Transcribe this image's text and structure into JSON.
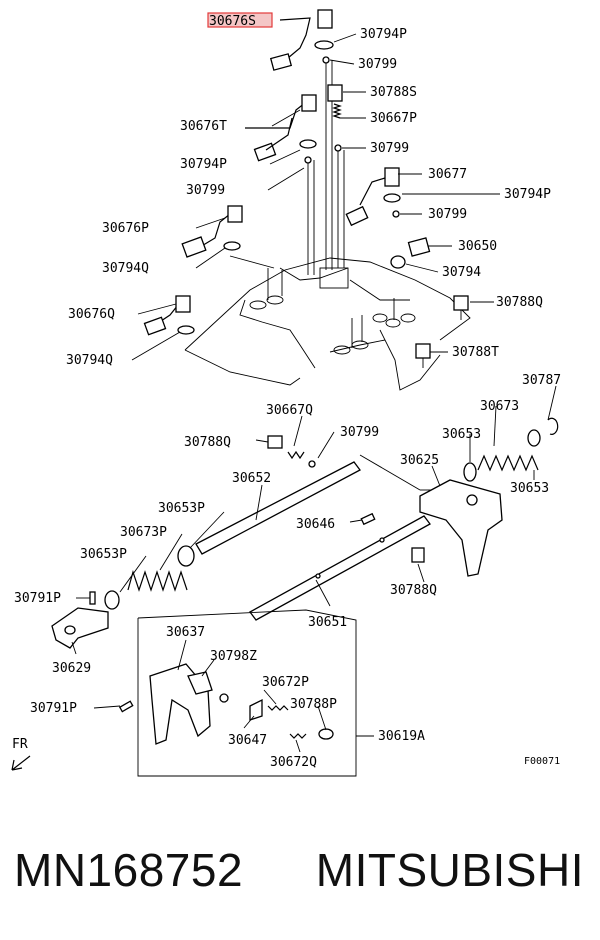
{
  "labels": {
    "p30676s": "30676S",
    "p30794p_a": "30794P",
    "p30799_a": "30799",
    "p30788s": "30788S",
    "p30667p": "30667P",
    "p30676t": "30676T",
    "p30799_b": "30799",
    "p30794p_b": "30794P",
    "p30677": "30677",
    "p30799_c": "30799",
    "p30794p_c": "30794P",
    "p30676p": "30676P",
    "p30799_d": "30799",
    "p30650": "30650",
    "p30794q_a": "30794Q",
    "p30794": "30794",
    "p30676q": "30676Q",
    "p30788q_a": "30788Q",
    "p30794q_b": "30794Q",
    "p30788t": "30788T",
    "p30787": "30787",
    "p30667q": "30667Q",
    "p30673_a": "30673",
    "p30788q_b": "30788Q",
    "p30799_e": "30799",
    "p30653_a": "30653",
    "p30625": "30625",
    "p30652": "30652",
    "p30653_b": "30653",
    "p30653p_a": "30653P",
    "p30646": "30646",
    "p30673p": "30673P",
    "p30653p_b": "30653P",
    "p30788q_c": "30788Q",
    "p30791p_a": "30791P",
    "p30651": "30651",
    "p30629": "30629",
    "p30637": "30637",
    "p30798z": "30798Z",
    "p30672p": "30672P",
    "p30791p_b": "30791P",
    "p30788p": "30788P",
    "p30647": "30647",
    "p30619a": "30619A",
    "p30672q": "30672Q",
    "fr": "FR",
    "figure_code": "F00071"
  },
  "footer": {
    "part_number": "MN168752",
    "brand": "MITSUBISHI"
  },
  "colors": {
    "highlight_fill": "#f4c6c6",
    "highlight_stroke": "#e23a3a"
  }
}
